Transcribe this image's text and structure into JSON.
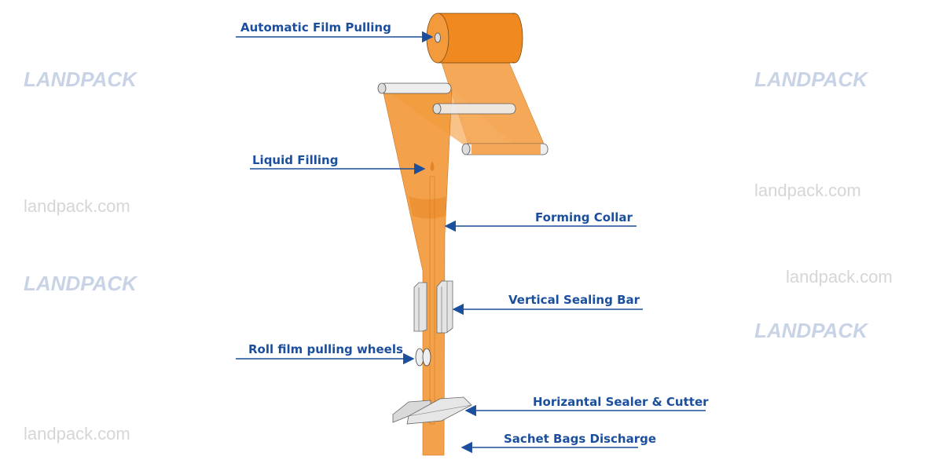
{
  "colors": {
    "label": "#1b4f9e",
    "film": "#f39a3c",
    "film_dark": "#e8841f",
    "roller": "#e6e6e6",
    "watermark": "#c9d3e6"
  },
  "watermarks": {
    "logo": "LANDPACK",
    "site": "landpack.com"
  },
  "labels": [
    {
      "id": "film-pulling",
      "text": "Automatic Film Pulling"
    },
    {
      "id": "liquid-filling",
      "text": "Liquid Filling"
    },
    {
      "id": "forming-collar",
      "text": "Forming Collar"
    },
    {
      "id": "vertical-sealing-bar",
      "text": "Vertical Sealing Bar"
    },
    {
      "id": "pulling-wheels",
      "text": "Roll film pulling wheels"
    },
    {
      "id": "horizontal-sealer",
      "text": "Horizantal Sealer & Cutter"
    },
    {
      "id": "discharge",
      "text": "Sachet Bags Discharge"
    }
  ]
}
